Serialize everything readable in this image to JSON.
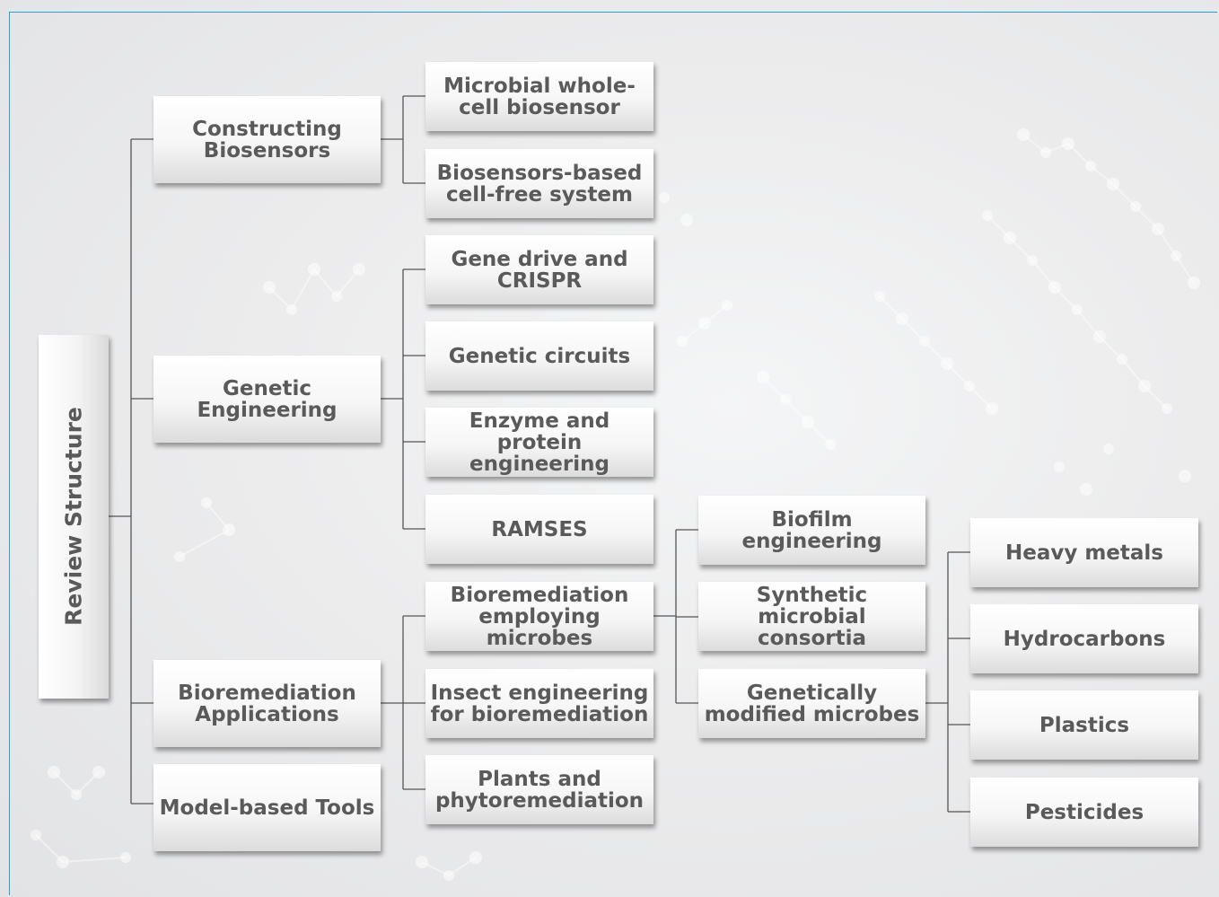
{
  "root": {
    "label": "Review Structure"
  },
  "level1": {
    "biosensors": "Constructing Biosensors",
    "genetic": "Genetic Engineering",
    "bioremediation": "Bioremediation Applications",
    "model": "Model-based Tools"
  },
  "biosensors_children": {
    "whole_cell": "Microbial whole-cell biosensor",
    "cell_free": "Biosensors-based cell-free system"
  },
  "genetic_children": {
    "gene_drive": "Gene drive and CRISPR",
    "circuits": "Genetic circuits",
    "enzyme": "Enzyme and protein engineering",
    "ramses": "RAMSES"
  },
  "bioremediation_children": {
    "microbes": "Bioremediation employing microbes",
    "insect": "Insect engineering for bioremediation",
    "plants": "Plants and phytoremediation"
  },
  "microbes_children": {
    "biofilm": "Biofilm engineering",
    "consortia": "Synthetic microbial consortia",
    "gm": "Genetically modified microbes"
  },
  "gm_children": {
    "heavy_metals": "Heavy metals",
    "hydrocarbons": "Hydrocarbons",
    "plastics": "Plastics",
    "pesticides": "Pesticides"
  }
}
